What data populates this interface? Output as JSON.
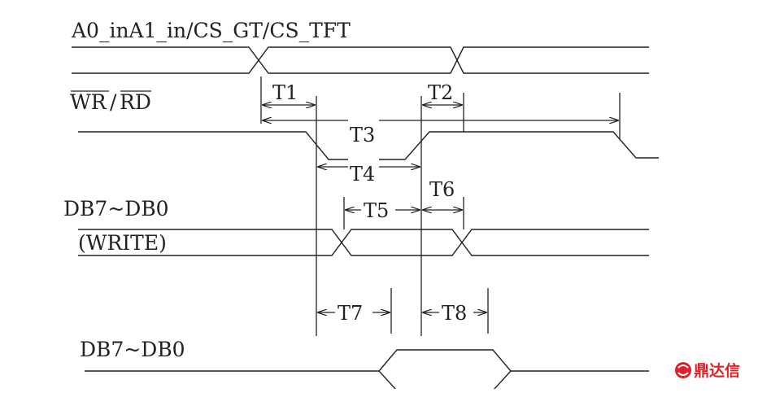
{
  "signals": {
    "addr": "A0_inA1_in/CS_GT/CS_TFT",
    "wr_bar": "WR",
    "slash": "/",
    "rd_bar": "RD",
    "db_write_1": "DB7~DB0",
    "db_write_2": "(WRITE)",
    "db_read": "DB7~DB0"
  },
  "timings": {
    "t1": "T1",
    "t2": "T2",
    "t3": "T3",
    "t4": "T4",
    "t5": "T5",
    "t6": "T6",
    "t7": "T7",
    "t8": "T8"
  },
  "watermark": {
    "text": "鼎达信",
    "icon": "dingdaxin-logo-icon"
  },
  "colors": {
    "line": "#222222",
    "watermark": "#d9232a"
  }
}
